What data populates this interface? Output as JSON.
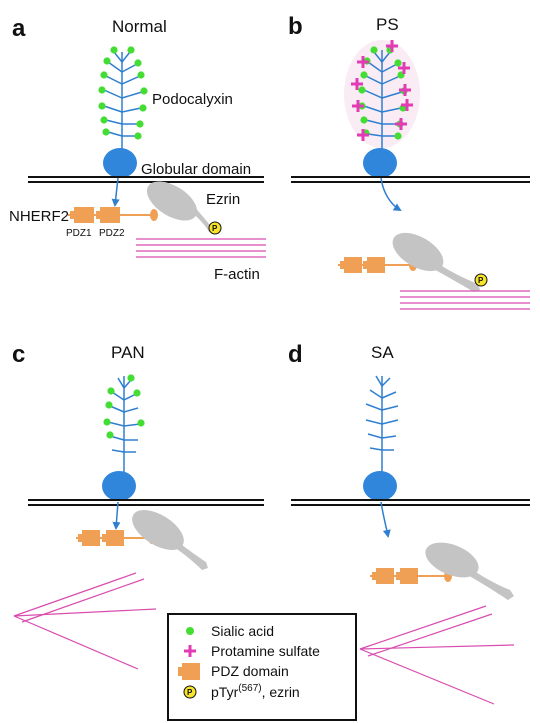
{
  "panels": {
    "a": {
      "letter": "a",
      "title": "Normal"
    },
    "b": {
      "letter": "b",
      "title": "PS"
    },
    "c": {
      "letter": "c",
      "title": "PAN"
    },
    "d": {
      "letter": "d",
      "title": "SA"
    }
  },
  "labels": {
    "podocalyxin": "Podocalyxin",
    "globular_domain": "Globular domain",
    "ezrin": "Ezrin",
    "nherf2": "NHERF2",
    "pdz1": "PDZ1",
    "pdz2": "PDZ2",
    "f_actin": "F-actin",
    "phospho": "P"
  },
  "legend": {
    "sialic_acid": "Sialic acid",
    "protamine_sulfate": "Protamine sulfate",
    "pdz_domain": "PDZ domain",
    "ptyr_main": "pTyr",
    "ptyr_sup": "(567)",
    "ptyr_rest": ", ezrin"
  },
  "colors": {
    "sialic_acid": "#44dd33",
    "protamine": "#e33bb5",
    "pdz": "#f0a055",
    "glycan_branch": "#2f7fd0",
    "globular": "#2f86db",
    "ezrin": "#c4c4c4",
    "f_actin": "#d94cb0",
    "phospho": "#f7e32a",
    "membrane": "#111111"
  },
  "icons": [
    "sialic-acid-dot",
    "protamine-plus",
    "pdz-block",
    "phospho-tyrosine-circle"
  ]
}
